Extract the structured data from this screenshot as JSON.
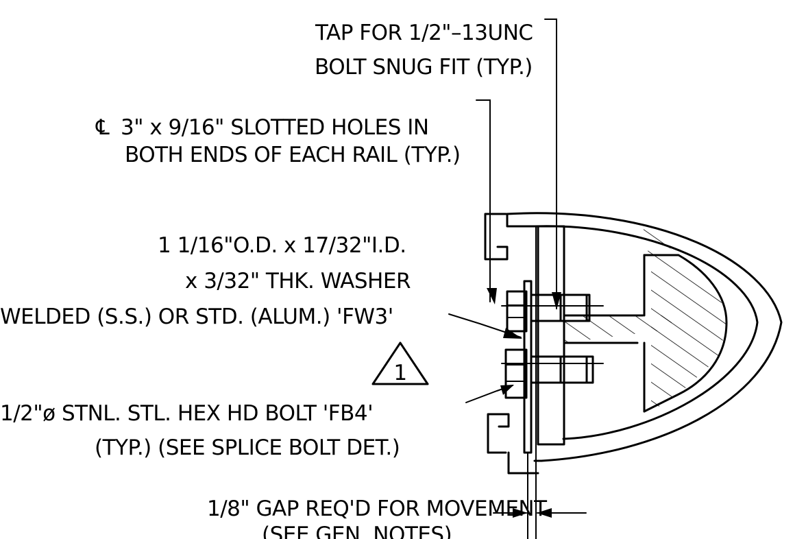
{
  "labels": {
    "tap_line1": "TAP FOR 1/2\"–13UNC",
    "tap_line2": "BOLT SNUG FIT (TYP.)",
    "slot_symbol": "℄",
    "slot_line1": "3\" x 9/16\" SLOTTED HOLES IN",
    "slot_line2": "BOTH ENDS OF EACH RAIL (TYP.)",
    "washer_line1": "1 1/16\"O.D. x 17/32\"I.D.",
    "washer_line2": "x 3/32\" THK. WASHER",
    "washer_line3": "WELDED (S.S.) OR STD. (ALUM.) 'FW3'",
    "revision_mark": "1",
    "bolt_line1": "1/2\"ø STNL. STL. HEX HD BOLT 'FB4'",
    "bolt_line2": "(TYP.) (SEE SPLICE BOLT DET.)",
    "gap_line1": "1/8\" GAP REQ'D FOR MOVEMENT",
    "gap_line2": "(SEE GEN. NOTES)"
  }
}
